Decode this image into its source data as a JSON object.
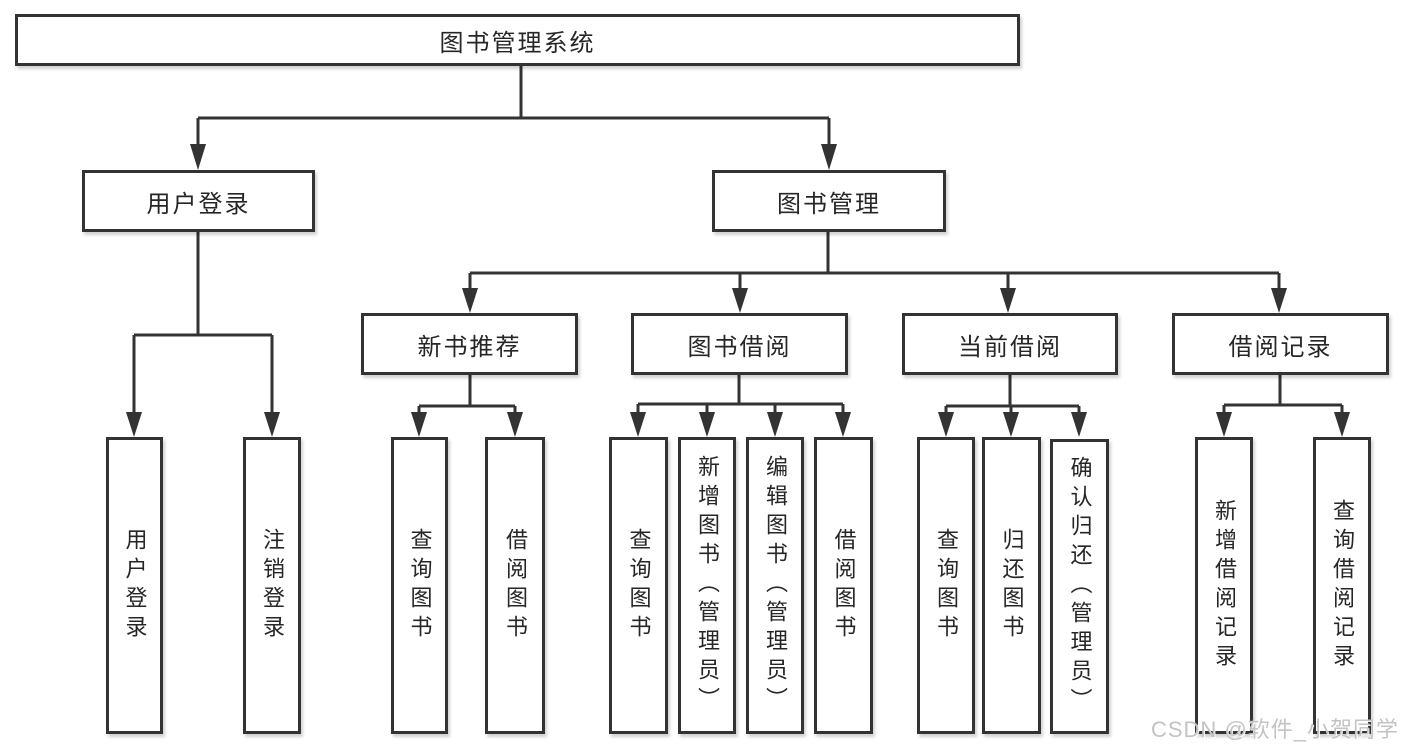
{
  "tree": {
    "root": {
      "label": "图书管理系统"
    },
    "branches": [
      {
        "label": "用户登录",
        "children": [
          {
            "label": "用户登录"
          },
          {
            "label": "注销登录"
          }
        ]
      },
      {
        "label": "图书管理",
        "children": [
          {
            "label": "新书推荐",
            "children": [
              {
                "label": "查询图书"
              },
              {
                "label": "借阅图书"
              }
            ]
          },
          {
            "label": "图书借阅",
            "children": [
              {
                "label": "查询图书"
              },
              {
                "label": "新增图书（管理员）"
              },
              {
                "label": "编辑图书（管理员）"
              },
              {
                "label": "借阅图书"
              }
            ]
          },
          {
            "label": "当前借阅",
            "children": [
              {
                "label": "查询图书"
              },
              {
                "label": "归还图书"
              },
              {
                "label": "确认归还（管理员）"
              }
            ]
          },
          {
            "label": "借阅记录",
            "children": [
              {
                "label": "新增借阅记录"
              },
              {
                "label": "查询借阅记录"
              }
            ]
          }
        ]
      }
    ]
  },
  "watermark": {
    "text": "CSDN @软件_小贺同学"
  },
  "colors": {
    "line": "#333333",
    "text": "#262626",
    "background": "#ffffff",
    "watermark": "#c3c3c3"
  }
}
